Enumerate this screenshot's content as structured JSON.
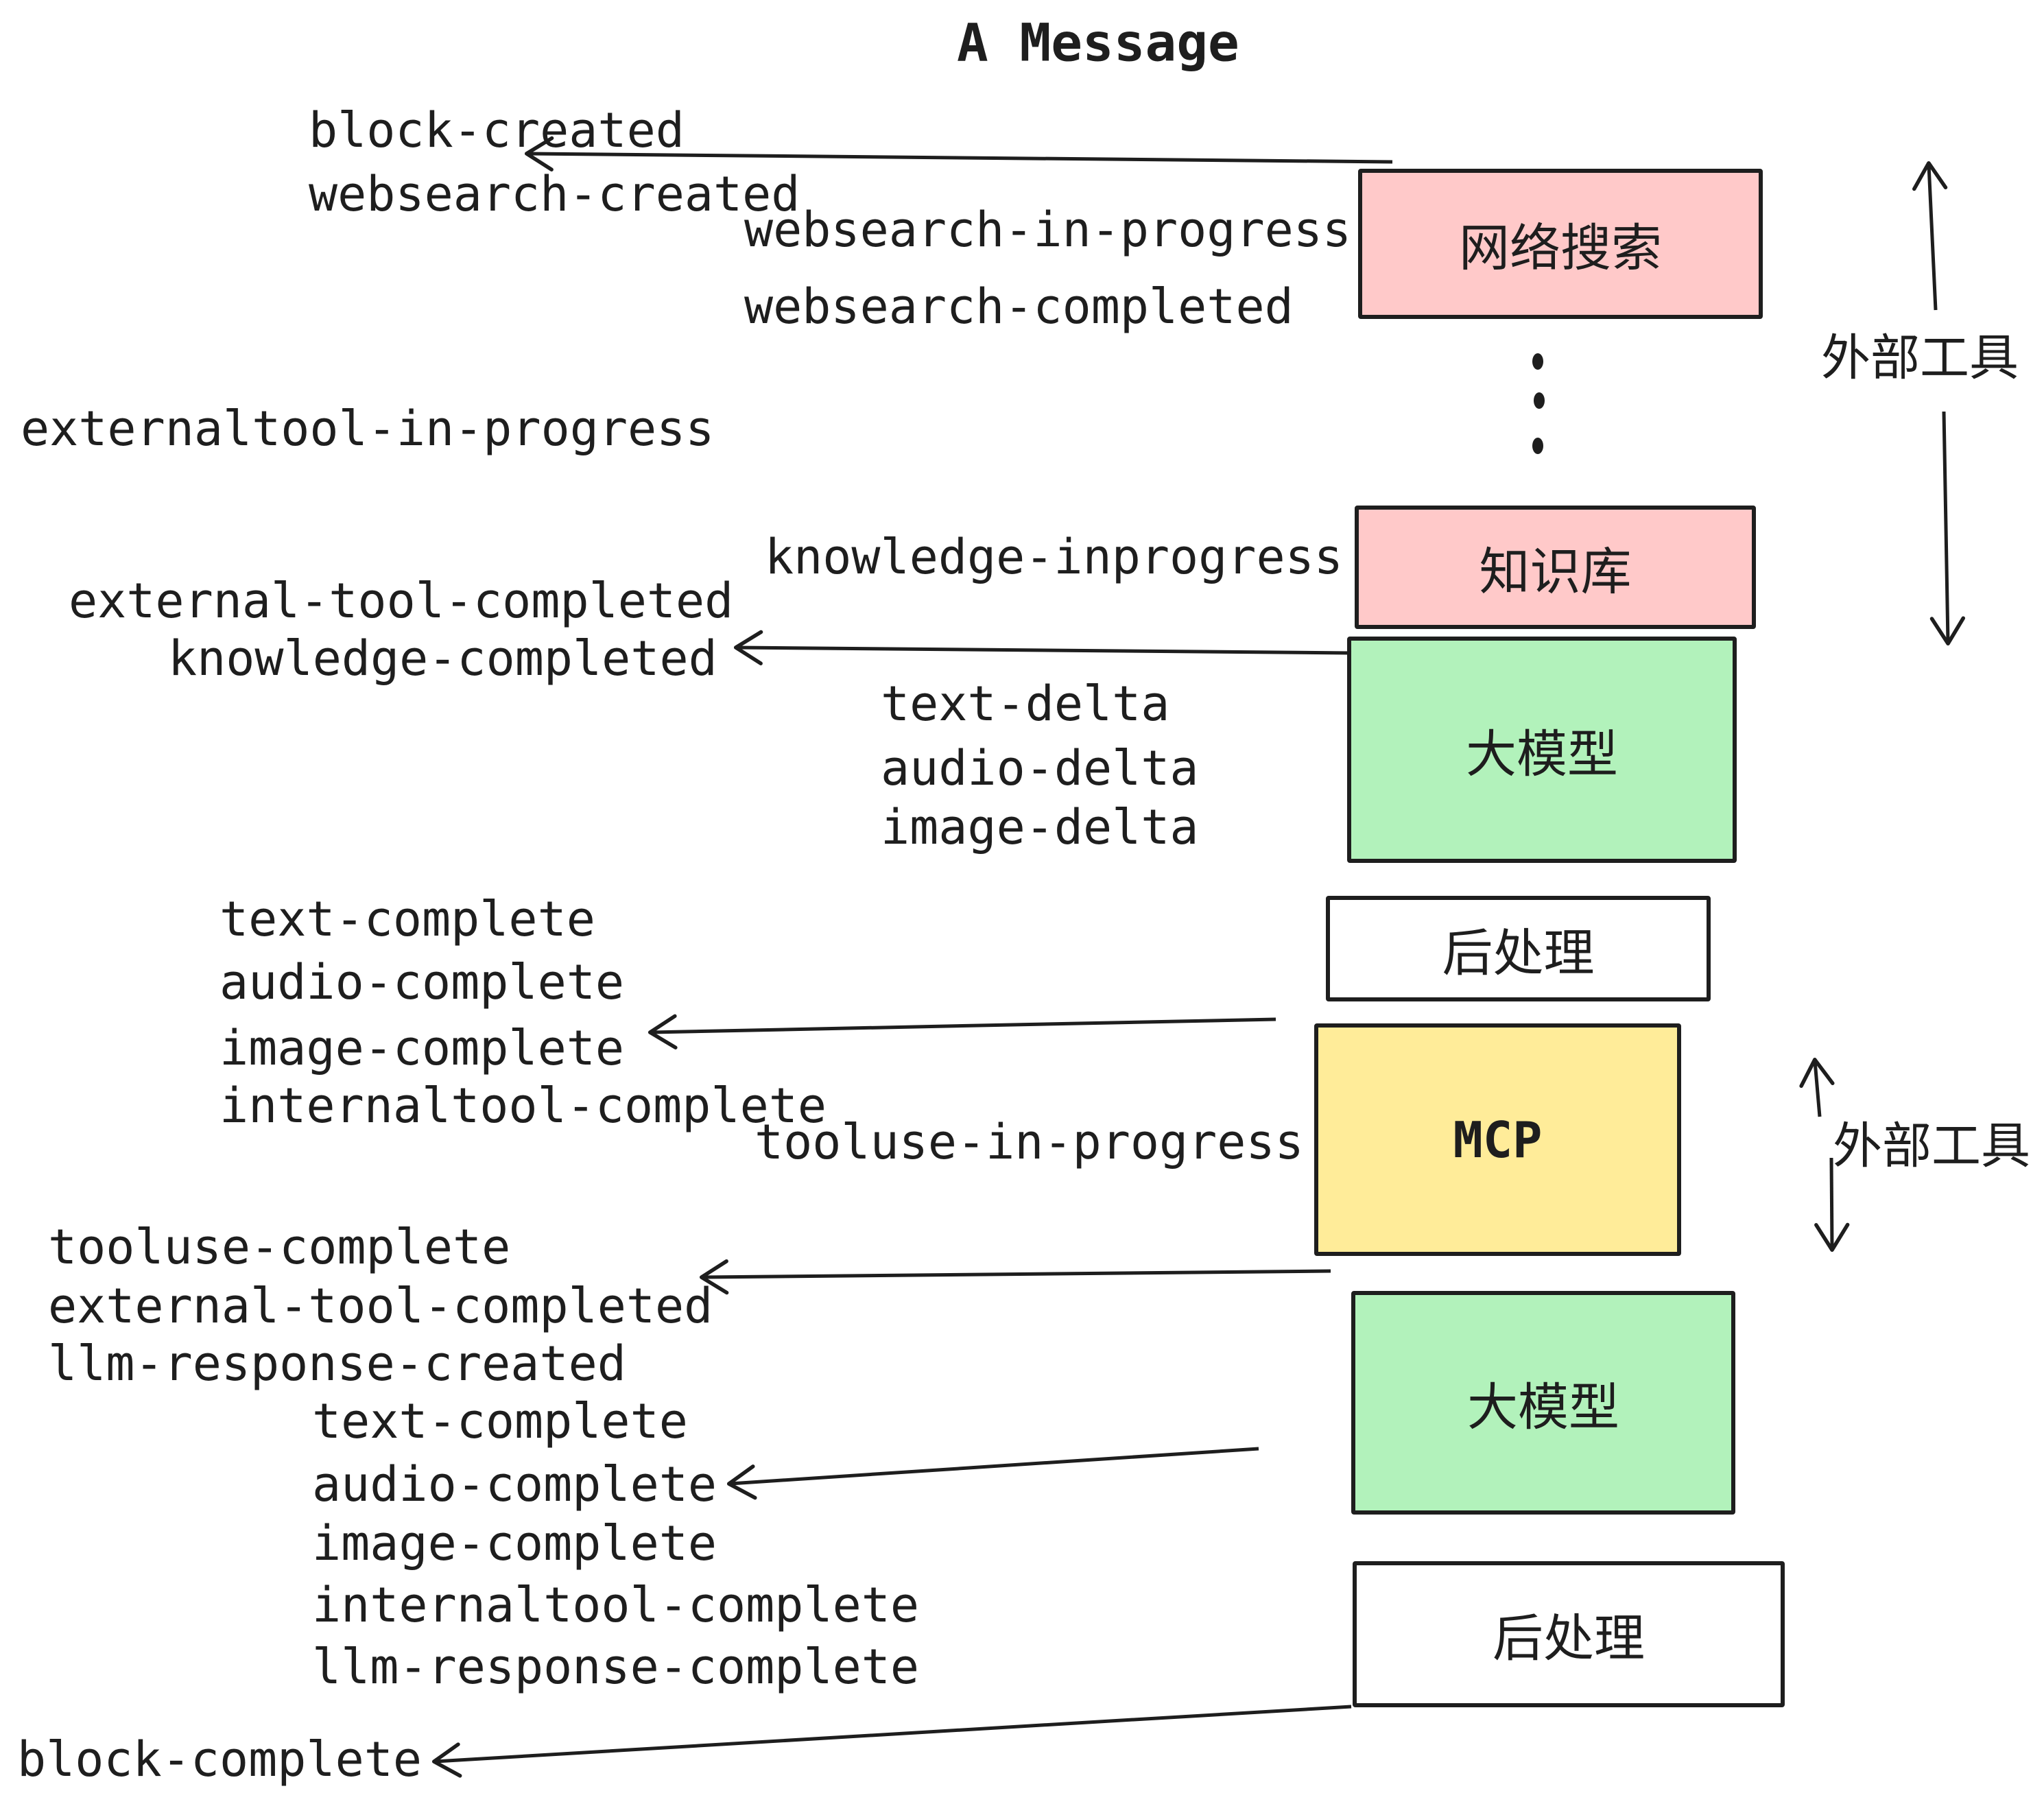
{
  "title": "A Message",
  "colors": {
    "pink": "#ffc9c9",
    "green": "#b2f2bb",
    "yellow": "#ffec99",
    "stroke": "#1e1e1e",
    "background": "#ffffff"
  },
  "boxes": {
    "websearch": "网络搜索",
    "knowledge": "知识库",
    "llm1": "大模型",
    "post1": "后处理",
    "mcp": "MCP",
    "llm2": "大模型",
    "post2": "后处理"
  },
  "side_labels": {
    "external_tools_top": "外部工具",
    "external_tools_mid": "外部工具"
  },
  "events": {
    "block_created": "block-created",
    "websearch_created": "websearch-created",
    "websearch_in_progress": "websearch-in-progress",
    "websearch_completed": "websearch-completed",
    "externaltool_in_progress": "externaltool-in-progress",
    "knowledge_inprogress": "knowledge-inprogress",
    "external_tool_completed_1": "external-tool-completed",
    "knowledge_completed": "knowledge-completed",
    "text_delta_1": "text-delta",
    "audio_delta_1": "audio-delta",
    "image_delta_1": "image-delta",
    "text_complete_1": "text-complete",
    "audio_complete_1": "audio-complete",
    "image_complete_1": "image-complete",
    "internaltool_complete_1": "internaltool-complete",
    "tooluse_in_progress": "tooluse-in-progress",
    "tooluse_complete": "tooluse-complete",
    "external_tool_completed_2": "external-tool-completed",
    "llm_response_created": "llm-response-created",
    "text_complete_2": "text-complete",
    "audio_complete_2": "audio-complete",
    "image_complete_2": "image-complete",
    "internaltool_complete_2": "internaltool-complete",
    "llm_response_complete": "llm-response-complete",
    "block_complete": "block-complete"
  }
}
